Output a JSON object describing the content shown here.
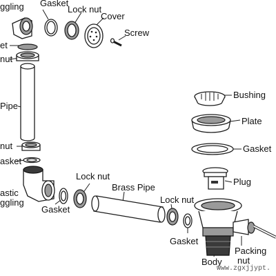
{
  "labels": {
    "toggling_top": "ggling",
    "gasket_top": "Gasket",
    "lock_nut_top": "Lock nut",
    "cover": "Cover",
    "screw": "Screw",
    "et_left": "et",
    "nut_left": "nut",
    "pipe_left": "Pipe",
    "nut_left2": "nut",
    "asket_left": "asket",
    "bushing": "Bushing",
    "plate": "Plate",
    "gasket_right": "Gasket",
    "plug": "Plug",
    "lock_nut_mid": "Lock nut",
    "brass_pipe": "Brass Pipe",
    "lock_nut_right": "Lock nut",
    "plastic": "astic",
    "toggling_bottom": "ggling",
    "gasket_bottom": "Gasket",
    "gasket_lower_right": "Gasket",
    "packing": "Packing",
    "nut_lower": "nut",
    "body": "Body"
  },
  "watermark": "www.zgxjjypt."
}
